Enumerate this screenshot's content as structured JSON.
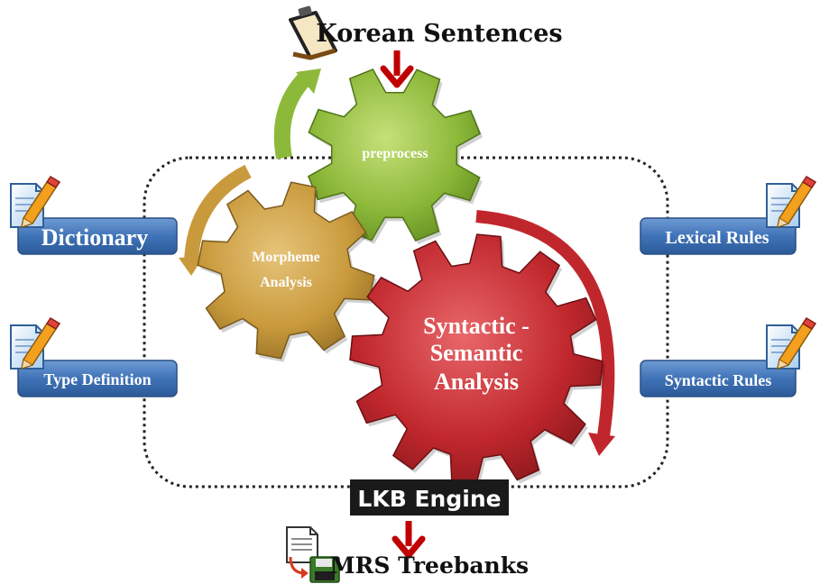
{
  "input": {
    "label": "Korean Sentences",
    "icon": "clipboard-icon"
  },
  "output": {
    "label": "MRS Treebanks",
    "icon": "save-document-icon"
  },
  "engine": {
    "label": "LKB Engine"
  },
  "gears": {
    "preprocess": {
      "label": "preprocess",
      "color": "#8db93a"
    },
    "morpheme": {
      "line1": "Morpheme",
      "line2": "Analysis",
      "color": "#c99a3c"
    },
    "syntactic": {
      "line1": "Syntactic -",
      "line2": "Semantic",
      "line3": "Analysis",
      "color": "#c0272d"
    }
  },
  "resources": {
    "dictionary": {
      "label": "Dictionary",
      "icon": "edit-document-icon"
    },
    "type_definition": {
      "label": "Type Definition",
      "icon": "edit-document-icon"
    },
    "lexical_rules": {
      "label": "Lexical Rules",
      "icon": "edit-document-icon"
    },
    "syntactic_rules": {
      "label": "Syntactic Rules",
      "icon": "edit-document-icon"
    }
  },
  "colors": {
    "resource_box": "#3f73b7",
    "arrow_red": "#c00000",
    "engine_bg": "#1a1a1a"
  }
}
